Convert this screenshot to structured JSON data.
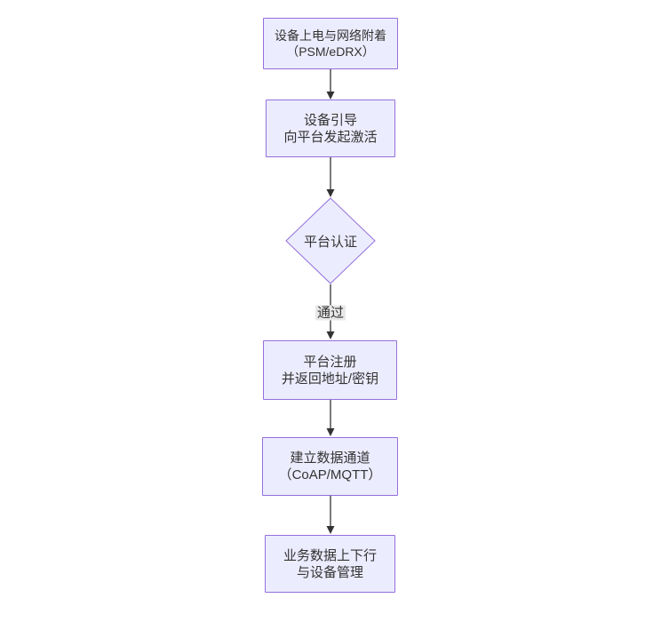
{
  "diagram": {
    "type": "flowchart",
    "direction": "top-down",
    "colors": {
      "canvas_bg": "#ffffff",
      "node_fill": "#ECECFF",
      "node_border": "#9370DB",
      "text": "#333333",
      "edge": "#333333",
      "edge_label_bg": "#e8e8e8"
    },
    "nodes": [
      {
        "id": "power-attach",
        "shape": "rect",
        "lines": [
          "设备上电与网络附着",
          "（PSM/eDRX）"
        ]
      },
      {
        "id": "bootstrap",
        "shape": "rect",
        "lines": [
          "设备引导",
          "向平台发起激活"
        ]
      },
      {
        "id": "platform-auth",
        "shape": "diamond",
        "lines": [
          "平台认证"
        ]
      },
      {
        "id": "register",
        "shape": "rect",
        "lines": [
          "平台注册",
          "并返回地址/密钥"
        ]
      },
      {
        "id": "data-channel",
        "shape": "rect",
        "lines": [
          "建立数据通道",
          "（CoAP/MQTT）"
        ]
      },
      {
        "id": "business-data",
        "shape": "rect",
        "lines": [
          "业务数据上下行",
          "与设备管理"
        ]
      }
    ],
    "edges": [
      {
        "from": "power-attach",
        "to": "bootstrap",
        "label": ""
      },
      {
        "from": "bootstrap",
        "to": "platform-auth",
        "label": ""
      },
      {
        "from": "platform-auth",
        "to": "register",
        "label": "通过"
      },
      {
        "from": "register",
        "to": "data-channel",
        "label": ""
      },
      {
        "from": "data-channel",
        "to": "business-data",
        "label": ""
      }
    ]
  }
}
